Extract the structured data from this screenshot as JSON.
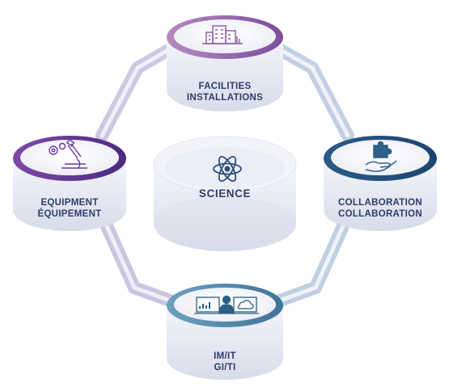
{
  "center": {
    "label": "SCIENCE",
    "icon": "atom-icon"
  },
  "nodes": [
    {
      "id": "facilities",
      "line1": "FACILITIES",
      "line2": "INSTALLATIONS",
      "icon": "building-icon",
      "accent": "#8a5aa6"
    },
    {
      "id": "equipment",
      "line1": "EQUIPMENT",
      "line2": "ÉQUIPEMENT",
      "icon": "microscope-gears-icon",
      "accent": "#6b3a9c"
    },
    {
      "id": "collaboration",
      "line1": "COLLABORATION",
      "line2": "COLLABORATION",
      "icon": "hand-puzzle-icon",
      "accent": "#2e6089"
    },
    {
      "id": "imit",
      "line1": "IM/IT",
      "line2": "GI/TI",
      "icon": "laptop-user-cloud-icon",
      "accent": "#4f82a3"
    }
  ],
  "colors": {
    "label_text": "#2c3d6b",
    "pipe": "#b9b3d6",
    "pipe_light": "#e6e3f2",
    "disk_top": "#eff1f8",
    "disk_side": "#dfe3ef"
  }
}
